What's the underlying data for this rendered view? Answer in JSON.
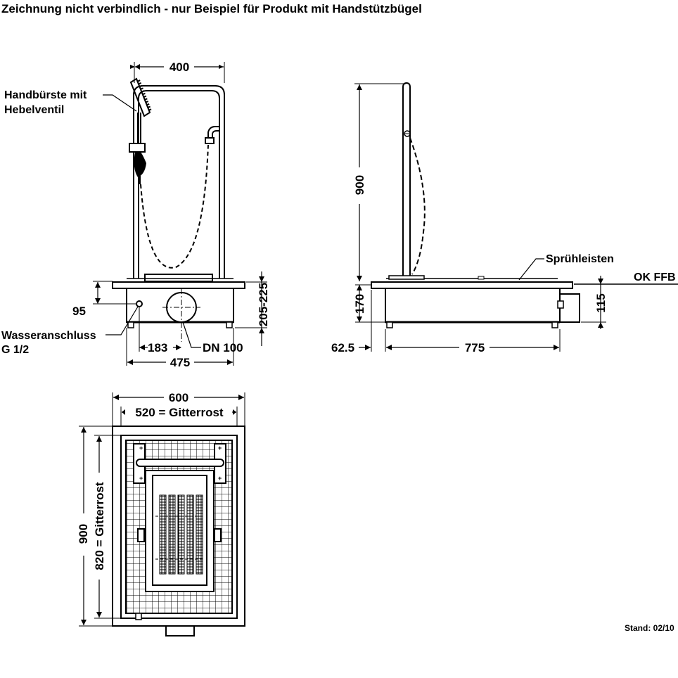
{
  "header": {
    "title": "Zeichnung nicht verbindlich - nur Beispiel für Produkt mit Handstützbügel"
  },
  "front_view": {
    "width_top": "400",
    "label_brush_line1": "Handbürste mit",
    "label_brush_line2": "Hebelventil",
    "dim_95": "95",
    "label_water_line1": "Wasseranschluss",
    "label_water_line2": "G 1/2",
    "dim_183": "183",
    "dim_dn": "DN 100",
    "dim_475": "475",
    "dim_height": "205-225"
  },
  "side_view": {
    "dim_900": "900",
    "label_spray": "Sprühleisten",
    "label_ok": "OK FFB",
    "dim_170": "170",
    "dim_115": "115",
    "dim_62": "62.5",
    "dim_775": "775"
  },
  "top_view": {
    "dim_600": "600",
    "dim_520": "520 = Gitterrost",
    "dim_900": "900",
    "dim_820": "820 = Gitterrost"
  },
  "footer": {
    "stand": "Stand: 02/10"
  }
}
